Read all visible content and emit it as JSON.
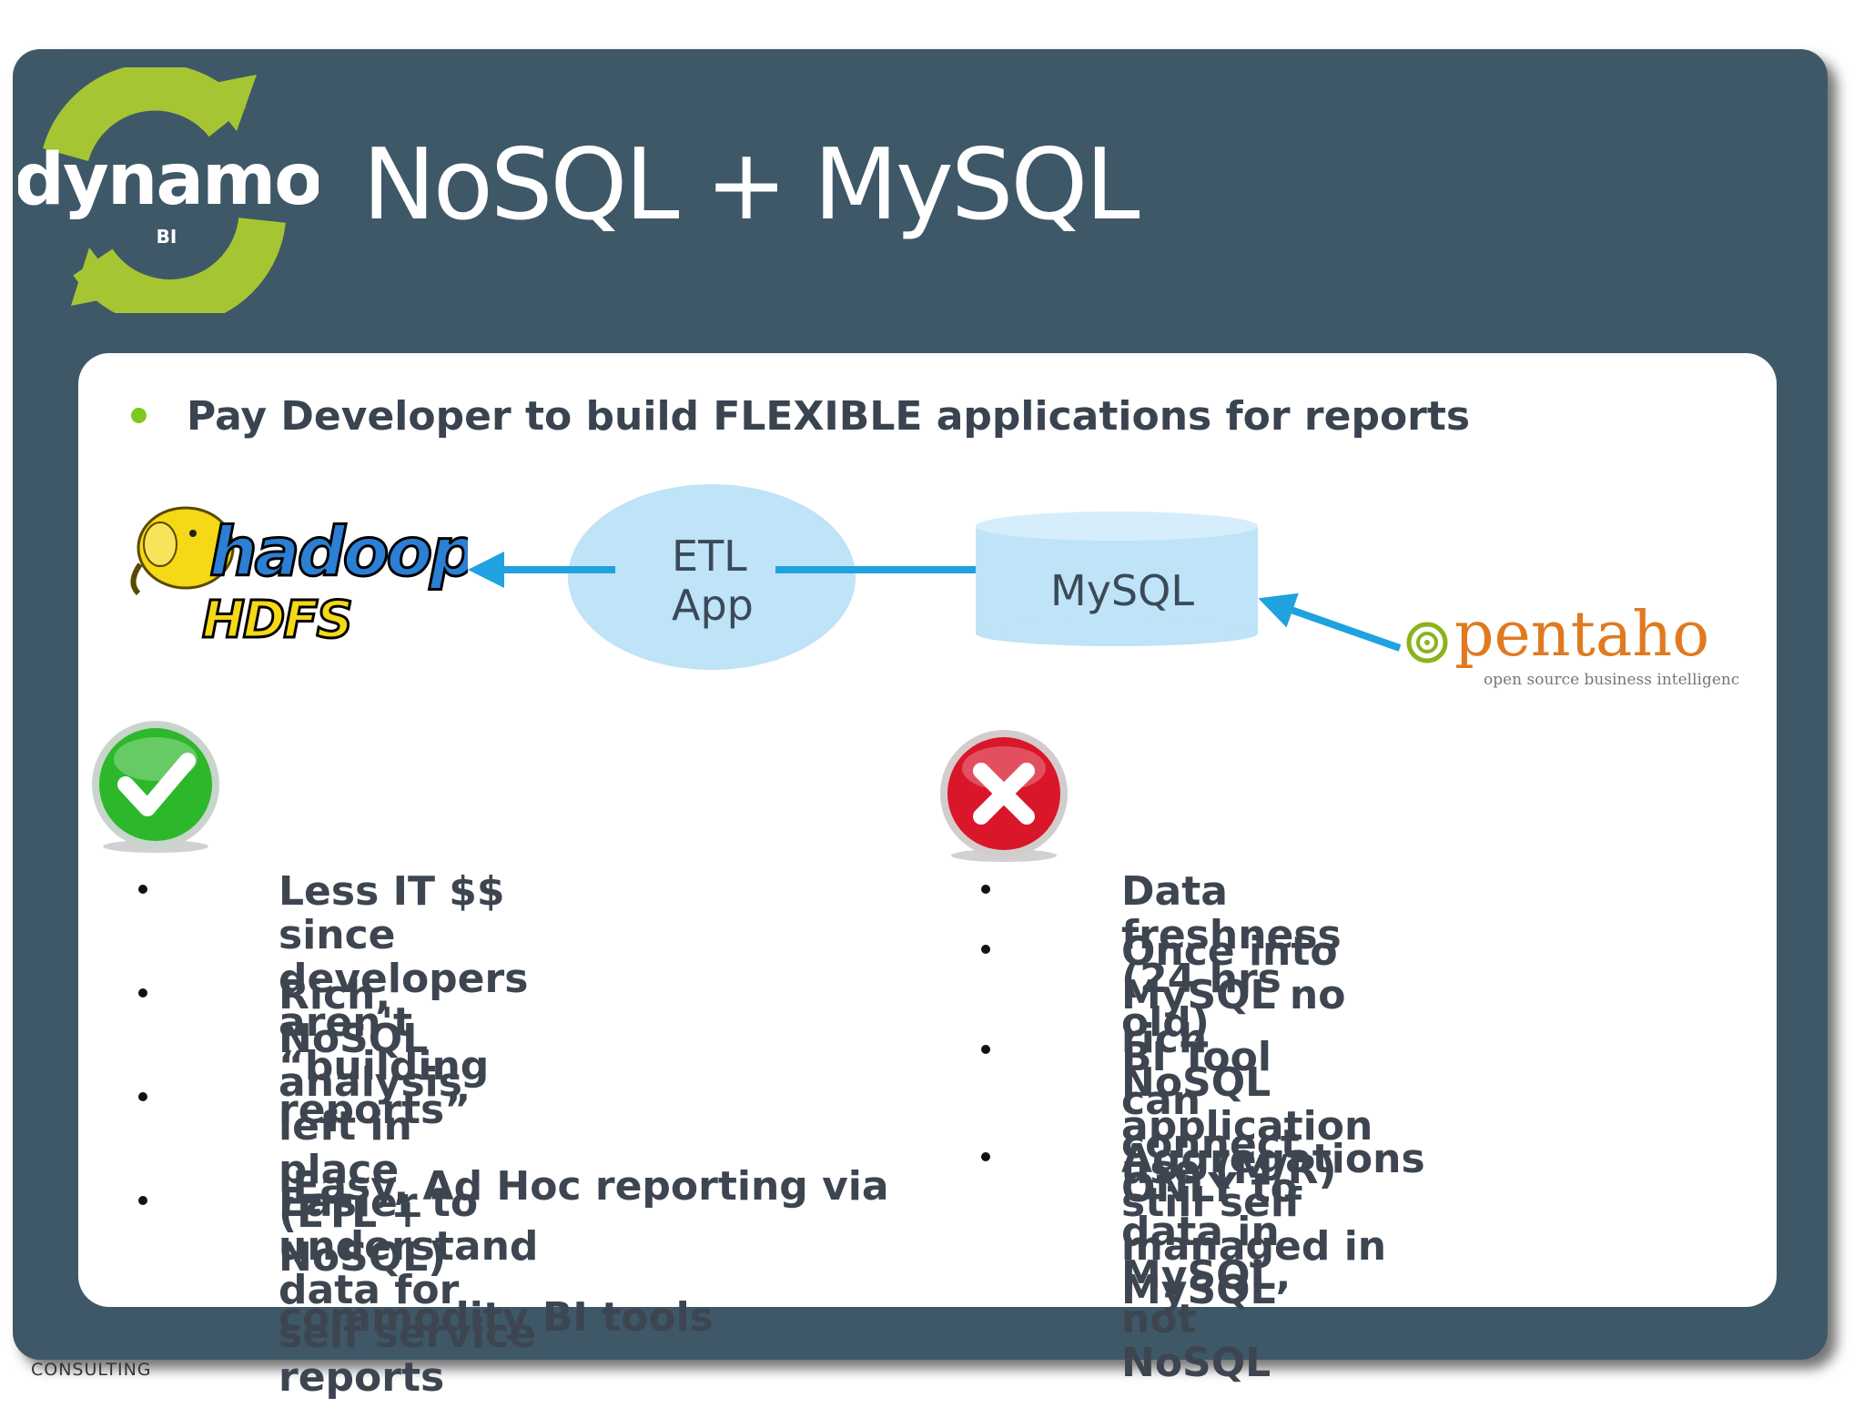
{
  "slide": {
    "title": "NoSQL + MySQL",
    "intro": "Pay Developer to build FLEXIBLE applications for reports",
    "footer": "CONSULTING"
  },
  "logo": {
    "brand": "dynamo",
    "sub": "BI",
    "ring_color": "#a5c632"
  },
  "diagram": {
    "etl_line1": "ETL",
    "etl_line2": "App",
    "mysql": "MySQL",
    "hadoop_line1": "hadoop",
    "hadoop_line2": "HDFS",
    "pentaho": "pentaho",
    "pentaho_tagline": "open source business intelligence",
    "arrow_color": "#1fa2df",
    "shape_color": "#bfe3f7"
  },
  "pros": {
    "icon": "check-icon",
    "items": [
      [
        "Less IT $$ since developers",
        "aren't “building reports”"
      ],
      [
        "Rich, NoSQL analysis left in",
        "place (ETL + NoSQL)"
      ],
      [
        " Easy, Ad Hoc reporting via",
        "commodity BI tools"
      ],
      [
        "Easier to understand data for",
        "self service reports"
      ]
    ]
  },
  "cons": {
    "icon": "x-icon",
    "items": [
      [
        "Data freshness (24 hrs old)"
      ],
      [
        "Once into MySQL no rich",
        "NoSQL application use (M/R)"
      ],
      [
        "BI Tool can connect ONLY to",
        "data in MySQL, not NoSQL"
      ],
      [
        "Aggregations still self",
        "managed in MySQL"
      ]
    ]
  }
}
